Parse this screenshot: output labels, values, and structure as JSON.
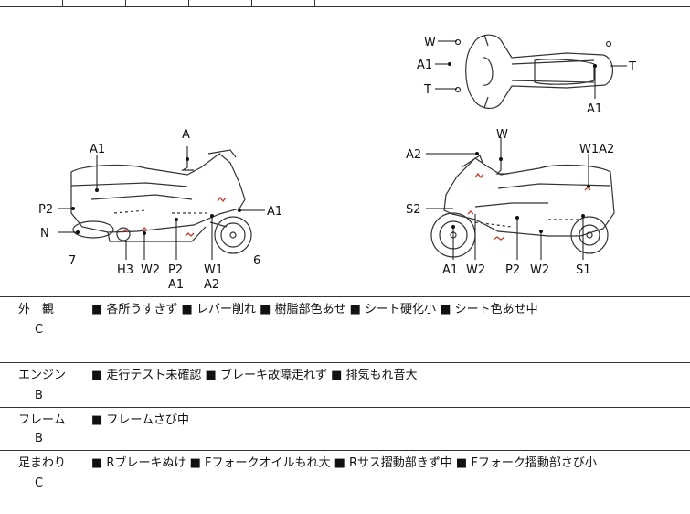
{
  "colors": {
    "line": "#333333",
    "damage": "#c0392b"
  },
  "diagram": {
    "left_bike": {
      "labels": [
        "A1",
        "A",
        "P2",
        "N",
        "7",
        "H3",
        "W2",
        "P2",
        "A1",
        "W1",
        "A2",
        "6",
        "A1"
      ]
    },
    "right_bike": {
      "labels": [
        "W",
        "A2",
        "W1A2",
        "S2",
        "A1",
        "W2",
        "P2",
        "W2",
        "S1"
      ]
    },
    "top_bike": {
      "labels": [
        "W",
        "A1",
        "T",
        "T",
        "A1"
      ]
    }
  },
  "rows": [
    {
      "category": "外　観",
      "grade": "C",
      "items": "■ 各所うすきず ■ レバー削れ ■ 樹脂部色あせ ■ シート硬化小 ■ シート色あせ中"
    },
    {
      "category": "エンジン",
      "grade": "B",
      "items": "■ 走行テスト未確認 ■ ブレーキ故障走れず ■ 排気もれ音大"
    },
    {
      "category": "フレーム",
      "grade": "B",
      "items": "■ フレームさび中"
    },
    {
      "category": "足まわり",
      "grade": "C",
      "items": "■ Rブレーキぬけ ■ Fフォークオイルもれ大 ■ Rサス摺動部きず中 ■ Fフォーク摺動部さび小"
    }
  ]
}
